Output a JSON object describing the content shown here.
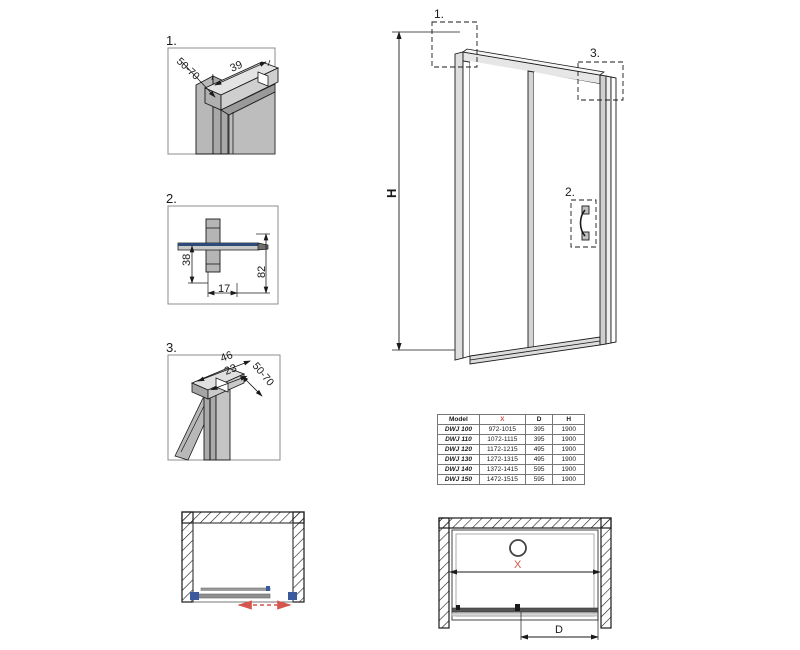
{
  "drawing": {
    "title": "Sliding shower door DWJ - technical drawing",
    "line_color": "#1a1a1a",
    "thin_line_color": "#555555",
    "metal_fill_light": "#d9d9d9",
    "metal_fill_mid": "#b3b3b3",
    "metal_fill_dark": "#8c8c8c",
    "glass_fill": "#ffffff",
    "accent_red": "#d4564e",
    "accent_blue": "#3b5a9e",
    "hatch_color": "#1a1a1a"
  },
  "details": {
    "detail1": {
      "callout": "1.",
      "dim_width": "39",
      "dim_wall": "50-70"
    },
    "detail2": {
      "callout": "2.",
      "dim_vertical": "38",
      "dim_horizontal": "17",
      "dim_right": "82"
    },
    "detail3": {
      "callout": "3.",
      "dim_outer": "46",
      "dim_inner": "23",
      "dim_wall": "50-70"
    }
  },
  "elevation": {
    "callout_top_left": "1.",
    "callout_top_right": "3.",
    "callout_handle": "2.",
    "height_label": "H"
  },
  "table": {
    "headers": [
      "Model",
      "X",
      "D",
      "H"
    ],
    "header_x_color": "#d4564e",
    "rows": [
      {
        "model": "DWJ 100",
        "x": "972-1015",
        "d": "395",
        "h": "1900"
      },
      {
        "model": "DWJ 110",
        "x": "1072-1115",
        "d": "395",
        "h": "1900"
      },
      {
        "model": "DWJ 120",
        "x": "1172-1215",
        "d": "495",
        "h": "1900"
      },
      {
        "model": "DWJ 130",
        "x": "1272-1315",
        "d": "495",
        "h": "1900"
      },
      {
        "model": "DWJ 140",
        "x": "1372-1415",
        "d": "595",
        "h": "1900"
      },
      {
        "model": "DWJ 150",
        "x": "1472-1515",
        "d": "595",
        "h": "1900"
      }
    ]
  },
  "plan_left": {
    "name": "sliding-direction-plan",
    "door_color": "#808080",
    "block_color": "#3b5a9e",
    "arrow_color": "#d4564e"
  },
  "plan_right": {
    "name": "tray-dimension-plan",
    "dim_x": "X",
    "dim_d": "D",
    "dim_x_color": "#d4564e",
    "drain_label": "drain-circle"
  }
}
